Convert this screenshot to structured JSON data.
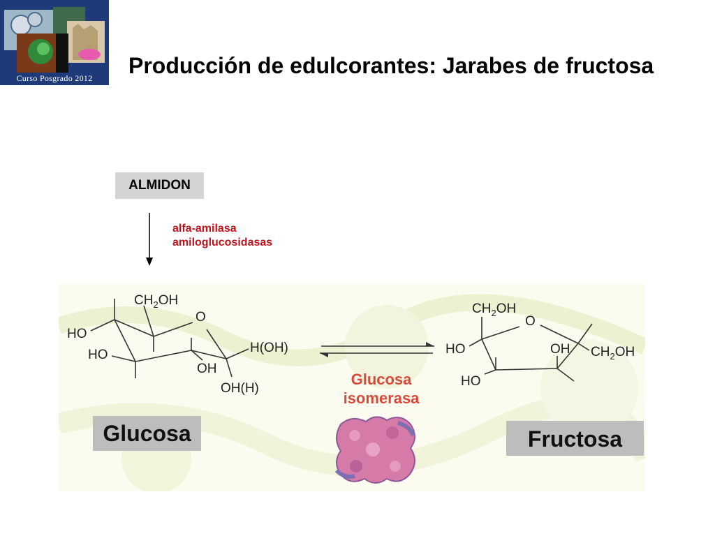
{
  "logo": {
    "caption": "Curso Posgrado 2012"
  },
  "slide": {
    "title": "Producción de edulcorantes: Jarabes de fructosa"
  },
  "starch": {
    "label": "ALMIDON"
  },
  "enzymes": {
    "line1": "alfa-amilasa",
    "line2": "amiloglucosidasas"
  },
  "glucose": {
    "name": "Glucosa",
    "groups": {
      "ch2oh_main": "CH",
      "ch2oh_sub": "2",
      "ch2oh_tail": "OH",
      "ring_o": "O",
      "ho1": "HO",
      "ho2": "HO",
      "oh_bottom": "OH",
      "h_oh": "H(OH)",
      "oh_h": "OH(H)"
    }
  },
  "isomerase": {
    "line1": "Glucosa",
    "line2": "isomerasa"
  },
  "fructose": {
    "name": "Fructosa",
    "groups": {
      "ch2oh_top_main": "CH",
      "ch2oh_top_sub": "2",
      "ch2oh_top_tail": "OH",
      "ring_o": "O",
      "ho1": "HO",
      "ho2": "HO",
      "oh": "OH",
      "ch2oh_right_main": "CH",
      "ch2oh_right_sub": "2",
      "ch2oh_right_tail": "OH"
    }
  },
  "colors": {
    "enzyme_red": "#c0141c",
    "isomerase_orange": "#d84b3a",
    "label_gray": "#bdbdbd",
    "logo_blue": "#1f3a78",
    "protein_pink": "#d67aa8"
  }
}
